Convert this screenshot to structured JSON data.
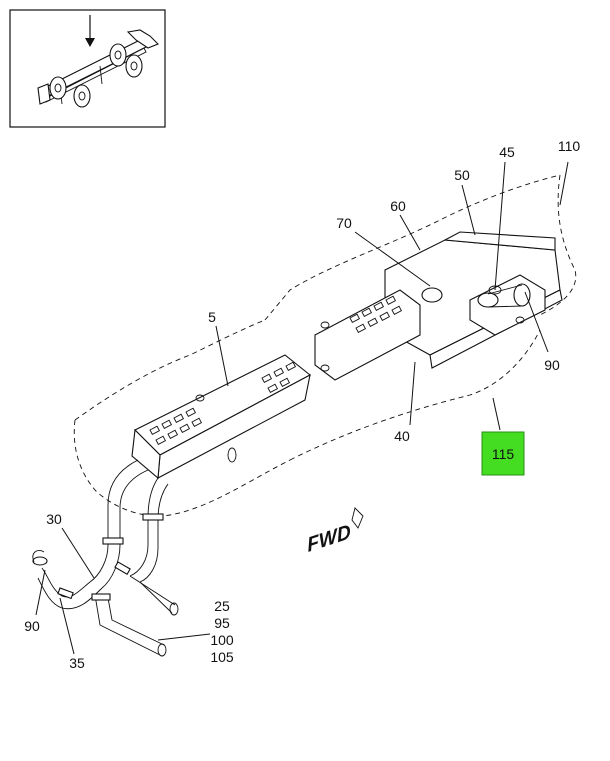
{
  "diagram": {
    "highlight_color": "#44dd22",
    "callouts": {
      "c5": "5",
      "c25": "25",
      "c30": "30",
      "c35": "35",
      "c40": "40",
      "c45": "45",
      "c50": "50",
      "c60": "60",
      "c70": "70",
      "c90_left": "90",
      "c90_right": "90",
      "c95": "95",
      "c100": "100",
      "c105": "105",
      "c110": "110",
      "c115": "115"
    },
    "direction_label": "FWD"
  }
}
